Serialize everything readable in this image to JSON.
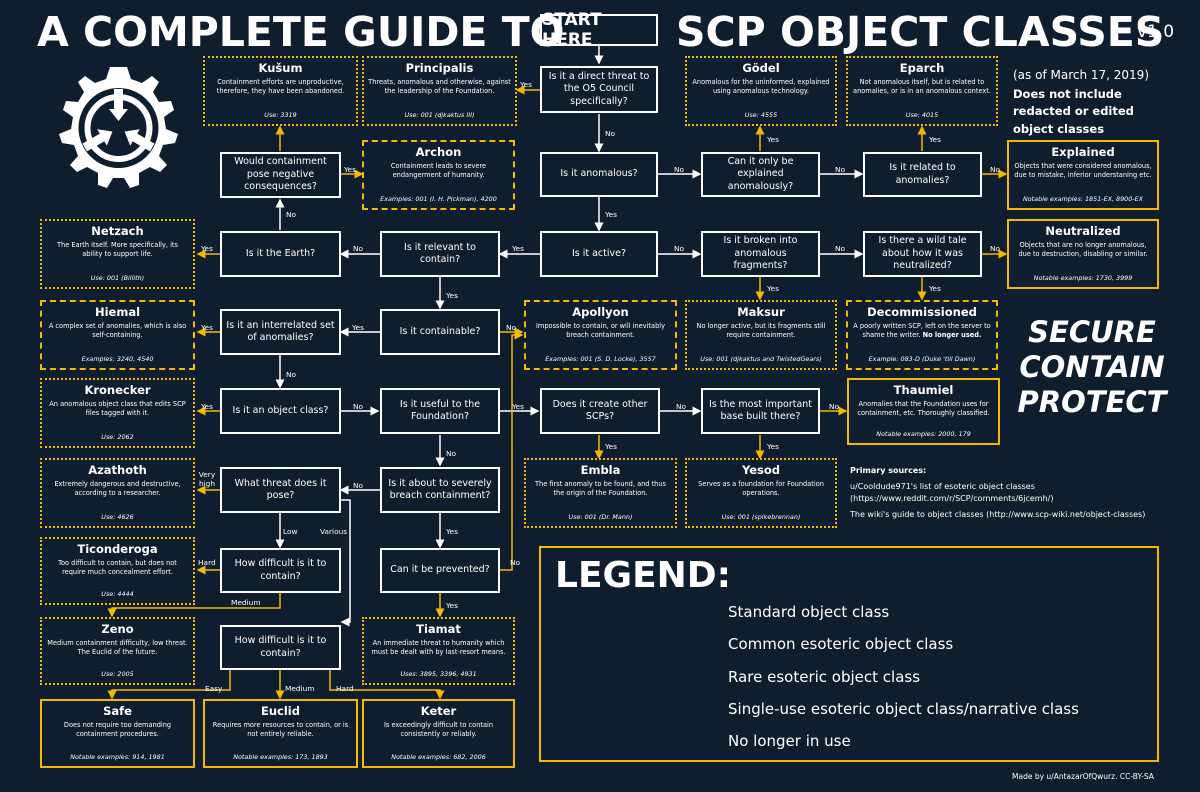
{
  "title_left": "A COMPLETE GUIDE TO",
  "start_here": "START HERE",
  "title_right": "SCP OBJECT CLASSES",
  "version": "v1.0",
  "as_of": "(as of March 17, 2019)",
  "note": "Does not include redacted or edited object classes",
  "questions": {
    "q_threat_o5": "Is it a direct threat to the O5 Council specifically?",
    "q_anomalous": "Is it anomalous?",
    "q_explained_anom": "Can it only be explained anomalously?",
    "q_related": "Is it related to anomalies?",
    "q_active": "Is it active?",
    "q_broken": "Is it broken into anomalous fragments?",
    "q_wild_tale": "Is there a wild tale about how it was neutralized?",
    "q_relevant": "Is it relevant to contain?",
    "q_earth": "Is it the Earth?",
    "q_negative": "Would containment pose negative consequences?",
    "q_containable": "Is it containable?",
    "q_interrelated": "Is it an interrelated set of anomalies?",
    "q_object_class": "Is it an object class?",
    "q_useful": "Is it useful to the Foundation?",
    "q_create_scps": "Does it create other SCPs?",
    "q_base": "Is the most important base built there?",
    "q_breach": "Is it about to severely breach containment?",
    "q_threat_level": "What threat does it pose?",
    "q_prevented": "Can it be prevented?",
    "q_difficult_1": "How difficult is it to contain?",
    "q_difficult_2": "How difficult is it to contain?"
  },
  "classes": {
    "kusum": {
      "name": "Kušum",
      "desc": "Containment efforts are unproductive, therefore, they have been abandoned.",
      "ex": "Use: 3319"
    },
    "principalis": {
      "name": "Principalis",
      "desc": "Threats, anomalous and otherwise, against the leadership of the Foundation.",
      "ex": "Use: 001 (djkaktus III)"
    },
    "godel": {
      "name": "Gödel",
      "desc": "Anomalous for the uninformed, explained using anomalous technology.",
      "ex": "Use: 4555"
    },
    "eparch": {
      "name": "Eparch",
      "desc": "Not anomalous itself, but is related to anomalies, or is in an anomalous context.",
      "ex": "Use: 4015"
    },
    "archon": {
      "name": "Archon",
      "desc": "Containment leads to severe endangerment of humanity.",
      "ex": "Examples: 001 (I. H. Pickman), 4200"
    },
    "explained": {
      "name": "Explained",
      "desc": "Objects that were considered anomalous, due to mistake, inferior understaning etc.",
      "ex": "Notable examples: 1851-EX, 8900-EX"
    },
    "netzach": {
      "name": "Netzach",
      "desc": "The Earth itself. More specifically, its ability to support life.",
      "ex": "Use: 001 (Billith)"
    },
    "neutralized": {
      "name": "Neutralized",
      "desc": "Objects that are no longer anomalous, due to destruction, disabling or similar.",
      "ex": "Notable examples: 1730, 3999"
    },
    "hiemal": {
      "name": "Hiemal",
      "desc": "A complex set of anomalies, which is also self-containing.",
      "ex": "Examples: 3240, 4540"
    },
    "apollyon": {
      "name": "Apollyon",
      "desc": "Impossible to contain, or will inevitably breach containment.",
      "ex": "Examples: 001 (S. D. Locke), 3557"
    },
    "maksur": {
      "name": "Maksur",
      "desc": "No longer active, but its fragments still require containment.",
      "ex": "Use: 001 (djkaktus and TwistedGears)"
    },
    "decommissioned": {
      "name": "Decommissioned",
      "desc_pre": "A poorly written SCP, left on the server to shame the writer. ",
      "desc_bold": "No longer used.",
      "ex": "Example: 083-D (Duke 'till Dawn)"
    },
    "kronecker": {
      "name": "Kronecker",
      "desc": "An anomalous object class that edits SCP files tagged with it.",
      "ex": "Use: 2062"
    },
    "thaumiel": {
      "name": "Thaumiel",
      "desc": "Anomalies that the Foundation uses for containment, etc. Thoroughly classified.",
      "ex": "Notable examples: 2000, 179"
    },
    "azathoth": {
      "name": "Azathoth",
      "desc": "Extremely dangerous and destructive, according to a researcher.",
      "ex": "Use: 4626"
    },
    "embla": {
      "name": "Embla",
      "desc": "The first anomaly to be found, and thus the origin of the Foundation.",
      "ex": "Use: 001 (Dr. Mann)"
    },
    "yesod": {
      "name": "Yesod",
      "desc": "Serves as a foundation for Foundation operations.",
      "ex": "Use: 001 (spikebrennan)"
    },
    "ticonderoga": {
      "name": "Ticonderoga",
      "desc": "Too difficult to contain, but does not require much concealment effort.",
      "ex": "Use: 4444"
    },
    "zeno": {
      "name": "Zeno",
      "desc": "Medium containment difficulty, low threat. The Euclid of the future.",
      "ex": "Use: 2005"
    },
    "tiamat": {
      "name": "Tiamat",
      "desc": "An immediate threat to humanity which must be dealt with by last-resort means.",
      "ex": "Uses: 3895, 3396, 4931"
    },
    "safe": {
      "name": "Safe",
      "desc": "Does not require too demanding containment procedures.",
      "ex": "Notable examples: 914, 1981"
    },
    "euclid": {
      "name": "Euclid",
      "desc": "Requires more resources to contain, or is not entirely reliable.",
      "ex": "Notable examples: 173, 1893"
    },
    "keter": {
      "name": "Keter",
      "desc": "Is exceedingly difficult to contain consistently or reliably.",
      "ex": "Notable examples: 682, 2006"
    }
  },
  "labels": {
    "yes": "Yes",
    "no": "No",
    "very_high": "Very high",
    "low": "Low",
    "various": "Various",
    "hard": "Hard",
    "medium": "Medium",
    "easy": "Easy"
  },
  "motto": {
    "line1": "SECURE",
    "line2": "CONTAIN",
    "line3": "PROTECT"
  },
  "sources": {
    "heading": "Primary sources:",
    "line1": "u/Cooldude971's list of esoteric object classes",
    "line2": "(https://www.reddit.com/r/SCP/comments/6jcemh/)",
    "line3": "The wiki's guide to object classes (http://www.scp-wiki.net/object-classes)"
  },
  "legend": {
    "title": "LEGEND:",
    "items": [
      "Standard object class",
      "Common esoteric object class",
      "Rare esoteric object class",
      "Single-use esoteric object class/narrative class",
      "No longer in use"
    ]
  },
  "credit": "Made by u/AntazarOfQwurz. CC-BY-SA",
  "colors": {
    "background": "#0e1e2e",
    "accent": "#f5b800",
    "text": "#ffffff"
  }
}
